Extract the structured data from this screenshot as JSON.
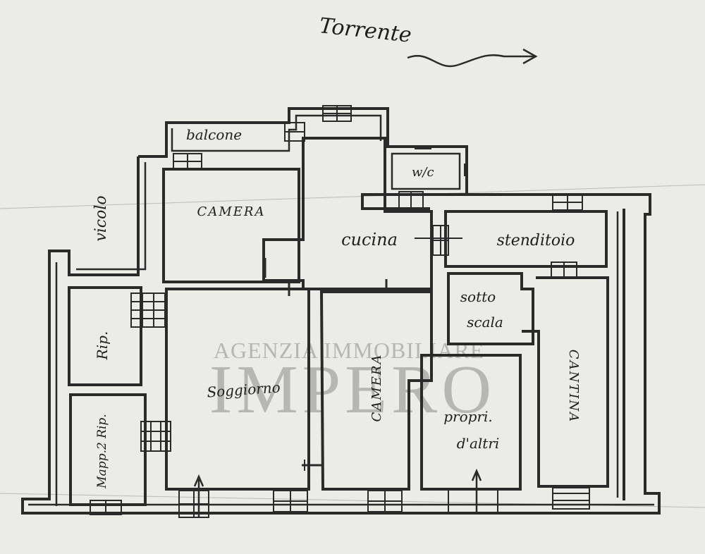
{
  "labels": {
    "torrente": "Torrente",
    "vicolo": "vicolo",
    "balcone": "balcone",
    "wc": "w/c",
    "camera_top": "CAMERA",
    "cucina": "cucina",
    "stenditoio": "stenditoio",
    "sotto": "sotto",
    "scala": "scala",
    "rip": "Rip.",
    "mapp_rip": "Mapp.2 Rip.",
    "soggiorno": "Soggiorno",
    "camera_mid": "CAMERA",
    "propri": "propri.",
    "daltri": "d'altri",
    "cantina": "CANTINA"
  },
  "watermark": {
    "line1": "AGENZIA IMMOBILIARE",
    "line2": "IMPERO"
  }
}
